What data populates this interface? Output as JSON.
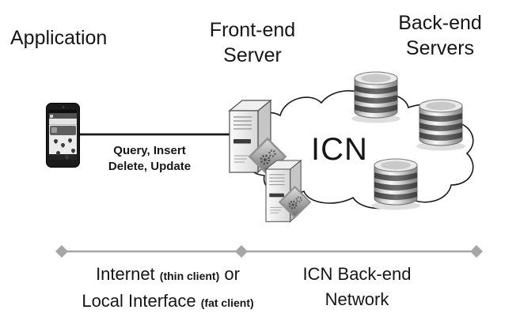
{
  "labels": {
    "application": "Application",
    "front_end_server": "Front-end Server",
    "back_end_servers": "Back-end Servers"
  },
  "connection_operations": {
    "line1": "Query, Insert",
    "line2": "Delete, Update"
  },
  "cloud": {
    "label": "ICN"
  },
  "bottom_axis": {
    "left_segment": {
      "internet": "Internet",
      "thin_client": "(thin client)",
      "or": "or",
      "local_interface": "Local Interface",
      "fat_client": "(fat client)"
    },
    "right_segment": {
      "label": "ICN Back-end Network"
    }
  },
  "icons": {
    "smartphone": "smartphone-icon",
    "server_tower": "server-tower-icon",
    "database": "database-icon",
    "cloud": "cloud-icon",
    "gear_badge": "gear-badge-icon",
    "axis_diamond": "diamond-marker-icon"
  },
  "colors": {
    "background": "#ffffff",
    "text": "#161616",
    "connection_line": "#1a1a1a",
    "axis_line": "#a6a6a6",
    "cloud_stroke": "#1a1a1a",
    "cloud_fill": "#ffffff",
    "server_gray": "#d9d9d9",
    "database_band": "#474747"
  }
}
